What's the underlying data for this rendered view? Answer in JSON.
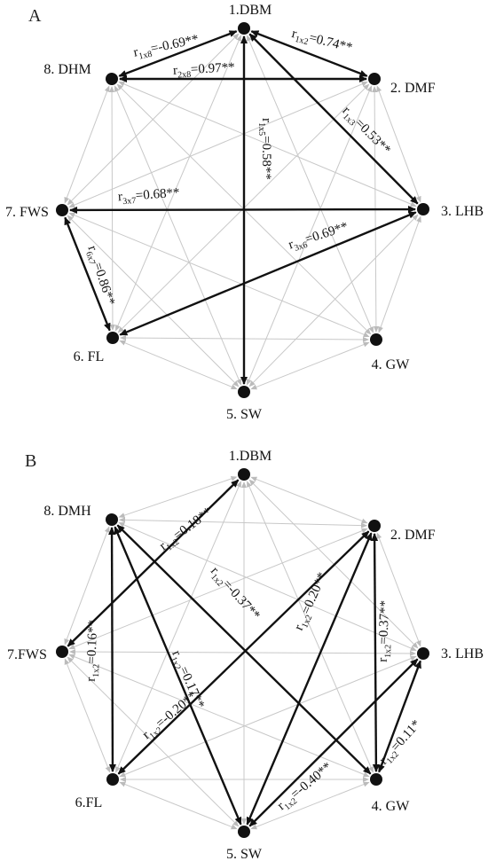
{
  "colors": {
    "strong_edge": "#111111",
    "weak_edge": "#c8c8c8",
    "node": "#111111"
  },
  "panels": [
    {
      "letter": "A",
      "nodes": [
        {
          "id": 1,
          "label": "1.DBM"
        },
        {
          "id": 2,
          "label": "2. DMF"
        },
        {
          "id": 3,
          "label": "3. LHB"
        },
        {
          "id": 4,
          "label": "4. GW"
        },
        {
          "id": 5,
          "label": "5. SW"
        },
        {
          "id": 6,
          "label": "6. FL"
        },
        {
          "id": 7,
          "label": "7. FWS"
        },
        {
          "id": 8,
          "label": "8. DHM"
        }
      ],
      "edges": [
        {
          "from": 1,
          "to": 8,
          "label_main": "r",
          "label_sub": "1x8",
          "label_value": "=-0.69**"
        },
        {
          "from": 1,
          "to": 2,
          "label_main": "r",
          "label_sub": "1x2",
          "label_value": "=0.74**"
        },
        {
          "from": 2,
          "to": 8,
          "label_main": "r",
          "label_sub": "2x8",
          "label_value": "=0.97**"
        },
        {
          "from": 1,
          "to": 3,
          "label_main": "r",
          "label_sub": "1x3",
          "label_value": "=0.53**"
        },
        {
          "from": 1,
          "to": 5,
          "label_main": "r",
          "label_sub": "1x5",
          "label_value": "=0.58**"
        },
        {
          "from": 3,
          "to": 7,
          "label_main": "r",
          "label_sub": "3x7",
          "label_value": "=0.68**"
        },
        {
          "from": 3,
          "to": 6,
          "label_main": "r",
          "label_sub": "3x6",
          "label_value": "=0.69**"
        },
        {
          "from": 6,
          "to": 7,
          "label_main": "r",
          "label_sub": "6x7",
          "label_value": "=0.86**"
        }
      ]
    },
    {
      "letter": "B",
      "nodes": [
        {
          "id": 1,
          "label": "1.DBM"
        },
        {
          "id": 2,
          "label": "2. DMF"
        },
        {
          "id": 3,
          "label": "3. LHB"
        },
        {
          "id": 4,
          "label": "4. GW"
        },
        {
          "id": 5,
          "label": "5. SW"
        },
        {
          "id": 6,
          "label": "6.FL"
        },
        {
          "id": 7,
          "label": "7.FWS"
        },
        {
          "id": 8,
          "label": "8. DMH"
        }
      ],
      "edges": [
        {
          "from": 1,
          "to": 7,
          "label_main": "r",
          "label_sub": "1x2",
          "label_value": "=0.18**"
        },
        {
          "from": 8,
          "to": 4,
          "label_main": "r",
          "label_sub": "1x2",
          "label_value": "=-0.37**"
        },
        {
          "from": 8,
          "to": 5,
          "label_main": "r",
          "label_sub": "1x2",
          "label_value": "=0.17**"
        },
        {
          "from": 8,
          "to": 6,
          "label_main": "r",
          "label_sub": "1x2",
          "label_value": "=0.16**"
        },
        {
          "from": 2,
          "to": 5,
          "label_main": "r",
          "label_sub": "1x2",
          "label_value": "=0.20**"
        },
        {
          "from": 2,
          "to": 6,
          "label_main": "r",
          "label_sub": "1x2",
          "label_value": "=-0.20**"
        },
        {
          "from": 2,
          "to": 4,
          "label_main": "r",
          "label_sub": "1x2",
          "label_value": "=0.37**"
        },
        {
          "from": 3,
          "to": 4,
          "label_main": "r",
          "label_sub": "1x2",
          "label_value": "=0.11*"
        },
        {
          "from": 3,
          "to": 5,
          "label_main": "r",
          "label_sub": "1x2",
          "label_value": "=-0.40**"
        }
      ]
    }
  ]
}
